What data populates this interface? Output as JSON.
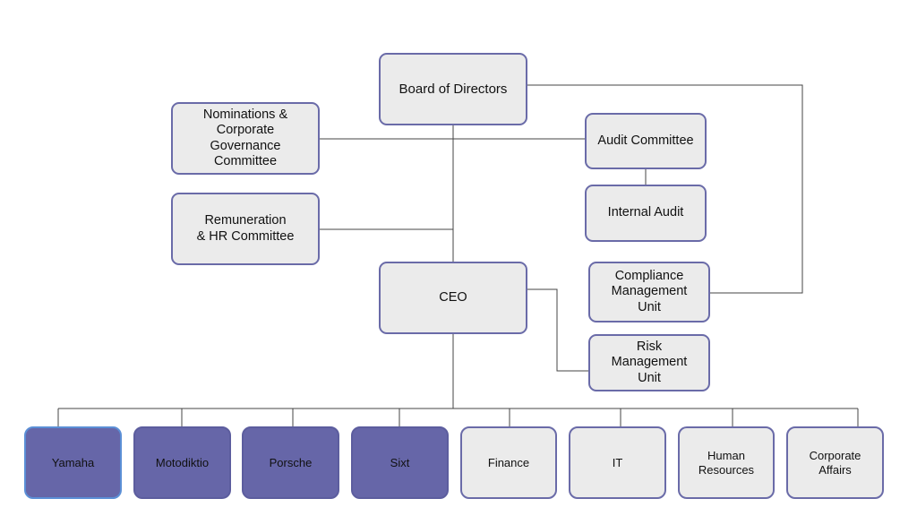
{
  "board": "Board of Directors",
  "nominations": "Nominations &\nCorporate\nGovernance\nCommittee",
  "remuneration": "Remuneration\n& HR Committee",
  "audit_committee": "Audit Committee",
  "internal_audit": "Internal Audit",
  "compliance": "Compliance\nManagement\nUnit",
  "risk": "Risk\nManagement\nUnit",
  "ceo": "CEO",
  "departments": [
    "Yamaha",
    "Motodiktio",
    "Porsche",
    "Sixt",
    "Finance",
    "IT",
    "Human\nResources",
    "Corporate\nAffairs"
  ],
  "colors": {
    "box_fill": "#ebebeb",
    "box_border": "#6a6ba8",
    "brand_fill": "#6666a8",
    "line": "#444444"
  }
}
